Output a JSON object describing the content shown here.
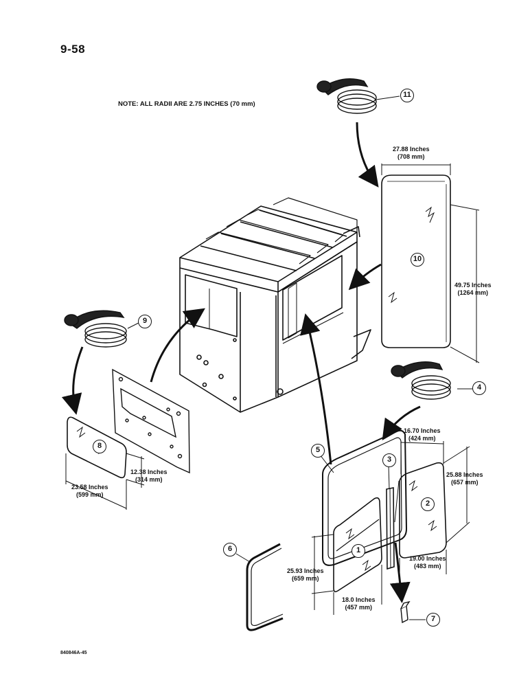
{
  "page_number": "9-58",
  "note": "NOTE: ALL RADII ARE 2.75 INCHES (70 mm)",
  "figure_id": "840846A-45",
  "callouts": {
    "c1": "1",
    "c2": "2",
    "c3": "3",
    "c4": "4",
    "c5": "5",
    "c6": "6",
    "c7": "7",
    "c8": "8",
    "c9": "9",
    "c10": "10",
    "c11": "11"
  },
  "dimensions": {
    "rear_width": {
      "in": "27.88 Inches",
      "mm": "(708 mm)"
    },
    "rear_height": {
      "in": "49.75 Inches",
      "mm": "(1264 mm)"
    },
    "left_width": {
      "in": "23.58 Inches",
      "mm": "(599 mm)"
    },
    "left_height": {
      "in": "12.38 Inches",
      "mm": "(314 mm)"
    },
    "door_upper_width": {
      "in": "16.70 Inches",
      "mm": "(424 mm)"
    },
    "door_upper_height": {
      "in": "25.88 Inches",
      "mm": "(657 mm)"
    },
    "door_lower_right_width": {
      "in": "19.00 Inches",
      "mm": "(483 mm)"
    },
    "door_lower_height": {
      "in": "25.93 Inches",
      "mm": "(659 mm)"
    },
    "door_lower_width": {
      "in": "18.0 Inches",
      "mm": "(457 mm)"
    }
  }
}
